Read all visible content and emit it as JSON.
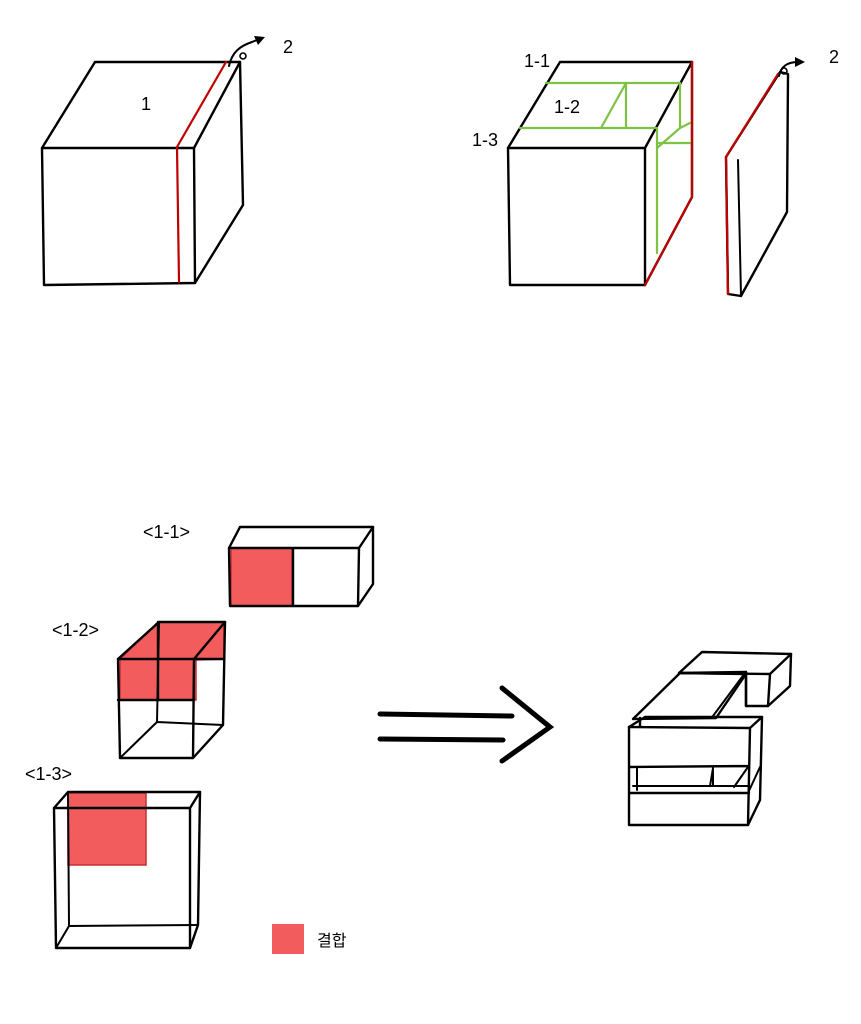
{
  "colors": {
    "outline": "#000000",
    "cut_line": "#c00000",
    "sub_block_line": "#7dc242",
    "joint_fill": "#f25c5c",
    "joint_stroke": "#c83030"
  },
  "top_left": {
    "cube_label": "1",
    "pull_label": "2"
  },
  "top_right": {
    "sub_labels": [
      "1-1",
      "1-2",
      "1-3"
    ],
    "pull_label": "2"
  },
  "bottom": {
    "part_labels": [
      "<1-1>",
      "<1-2>",
      "<1-3>"
    ],
    "arrow_icon": "double-arrow-right-icon"
  },
  "legend": {
    "label": "결합"
  }
}
